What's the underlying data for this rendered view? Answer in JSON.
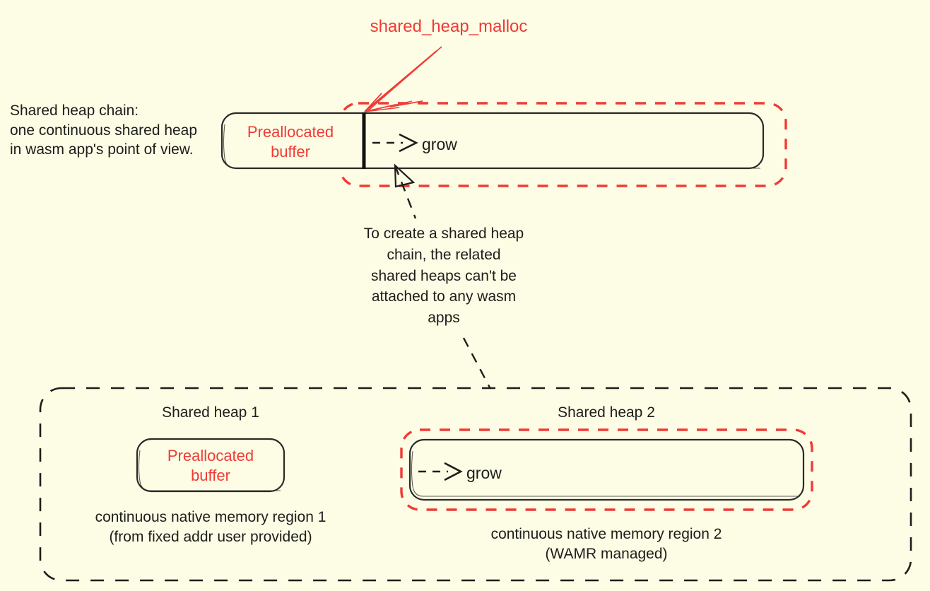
{
  "diagram": {
    "background_color": "#fdfce5",
    "accent_red": "#ef3b36",
    "ink_black": "#1d1d1b",
    "title_callout": "shared_heap_malloc",
    "left_caption": {
      "line1": "Shared heap chain:",
      "line2": "one continuous shared heap",
      "line3": "in wasm app's point of view."
    },
    "top_chain": {
      "preallocated_label_line1": "Preallocated",
      "preallocated_label_line2": "buffer",
      "grow_label": "grow"
    },
    "middle_note": {
      "line1": "To create a shared heap",
      "line2": "chain, the related",
      "line3": "shared heaps can't be",
      "line4": "attached to any wasm",
      "line5": "apps"
    },
    "bottom": {
      "heap1": {
        "title": "Shared heap 1",
        "box_label_line1": "Preallocated",
        "box_label_line2": "buffer",
        "caption_line1": "continuous native memory region 1",
        "caption_line2": "(from fixed addr user provided)"
      },
      "heap2": {
        "title": "Shared heap 2",
        "grow_label": "grow",
        "caption_line1": "continuous native memory region 2",
        "caption_line2": "(WAMR managed)"
      }
    },
    "icons": {
      "grow_arrow": "dashed-arrow-right-icon",
      "callout_arrow": "callout-arrow-icon",
      "note_arrow": "note-pointer-arrow-icon"
    }
  }
}
